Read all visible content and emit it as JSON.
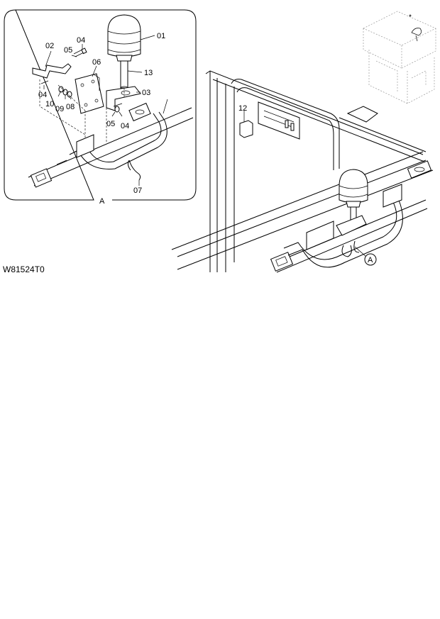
{
  "detail_view_label": "A",
  "drawing_id": "W81524T0",
  "part_callouts": [
    "01",
    "02",
    "03",
    "04",
    "05",
    "06",
    "07",
    "08",
    "09",
    "10",
    "12",
    "13"
  ],
  "callout_labels": {
    "p01": "01",
    "p02": "02",
    "p03": "03",
    "p04a": "04",
    "p04b": "04",
    "p04c": "04",
    "p05a": "05",
    "p05b": "05",
    "p06": "06",
    "p07": "07",
    "p08": "08",
    "p09": "09",
    "p10": "10",
    "p12": "12",
    "p13": "13"
  },
  "detail_reference_marker": "A"
}
